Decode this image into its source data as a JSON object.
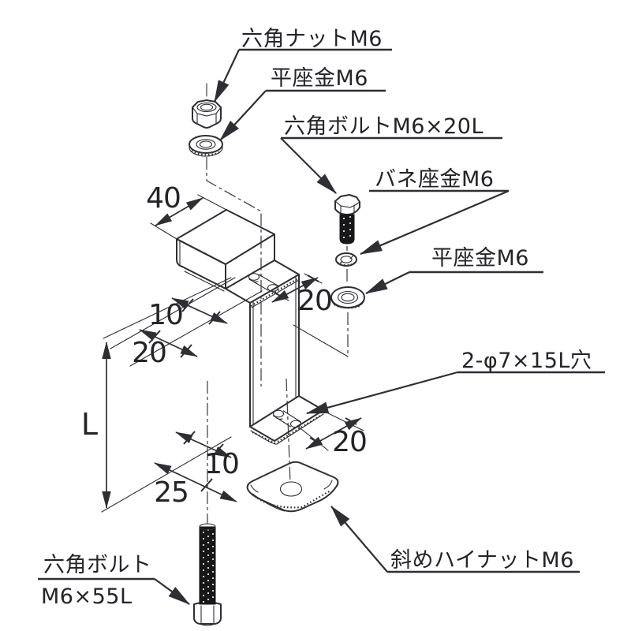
{
  "drawing": {
    "title_type": "exploded-assembly-diagram",
    "background": "#ffffff",
    "line_color": "#2e2e34",
    "text_color": "#232329",
    "labels": {
      "hex_nut_top": "六角ナットM6",
      "flat_washer_top": "平座金M6",
      "hex_bolt_20": "六角ボルトM6×20L",
      "spring_washer": "バネ座金M6",
      "flat_washer_right": "平座金M6",
      "slot_hole": "2-φ7×15L穴",
      "angled_high_nut": "斜めハイナットM6",
      "hex_bolt_55_line1": "六角ボルト",
      "hex_bolt_55_line2": "M6×55L"
    },
    "dimensions": {
      "hat_width": "40",
      "upper_offset_small": "10",
      "upper_offset_large": "20",
      "upper_flange_width": "20",
      "leg_length": "L",
      "lower_offset_small": "10",
      "lower_offset_large": "25",
      "lower_flange_width": "20"
    }
  }
}
